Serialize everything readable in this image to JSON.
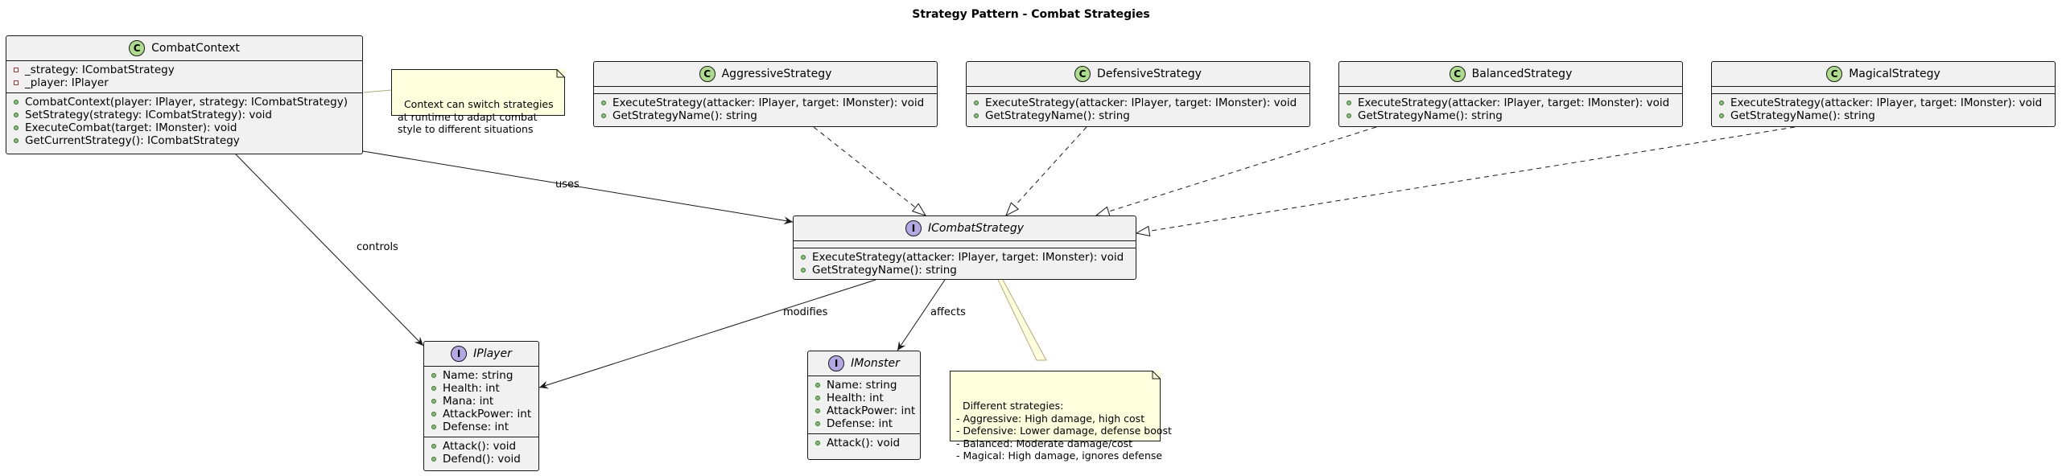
{
  "title": "Strategy Pattern - Combat Strategies",
  "classes": {
    "combat_context": {
      "badge": "C",
      "name": "CombatContext",
      "fields": [
        {
          "vis": "private",
          "text": "_strategy: ICombatStrategy"
        },
        {
          "vis": "private",
          "text": "_player: IPlayer"
        }
      ],
      "methods": [
        {
          "vis": "public",
          "text": "CombatContext(player: IPlayer, strategy: ICombatStrategy)"
        },
        {
          "vis": "public",
          "text": "SetStrategy(strategy: ICombatStrategy): void"
        },
        {
          "vis": "public",
          "text": "ExecuteCombat(target: IMonster): void"
        },
        {
          "vis": "public",
          "text": "GetCurrentStrategy(): ICombatStrategy"
        }
      ]
    },
    "aggressive": {
      "badge": "C",
      "name": "AggressiveStrategy",
      "methods": [
        {
          "vis": "public",
          "text": "ExecuteStrategy(attacker: IPlayer, target: IMonster): void"
        },
        {
          "vis": "public",
          "text": "GetStrategyName(): string"
        }
      ]
    },
    "defensive": {
      "badge": "C",
      "name": "DefensiveStrategy",
      "methods": [
        {
          "vis": "public",
          "text": "ExecuteStrategy(attacker: IPlayer, target: IMonster): void"
        },
        {
          "vis": "public",
          "text": "GetStrategyName(): string"
        }
      ]
    },
    "balanced": {
      "badge": "C",
      "name": "BalancedStrategy",
      "methods": [
        {
          "vis": "public",
          "text": "ExecuteStrategy(attacker: IPlayer, target: IMonster): void"
        },
        {
          "vis": "public",
          "text": "GetStrategyName(): string"
        }
      ]
    },
    "magical": {
      "badge": "C",
      "name": "MagicalStrategy",
      "methods": [
        {
          "vis": "public",
          "text": "ExecuteStrategy(attacker: IPlayer, target: IMonster): void"
        },
        {
          "vis": "public",
          "text": "GetStrategyName(): string"
        }
      ]
    },
    "icombat": {
      "badge": "I",
      "name": "ICombatStrategy",
      "methods": [
        {
          "vis": "public",
          "text": "ExecuteStrategy(attacker: IPlayer, target: IMonster): void"
        },
        {
          "vis": "public",
          "text": "GetStrategyName(): string"
        }
      ]
    },
    "iplayer": {
      "badge": "I",
      "name": "IPlayer",
      "fields": [
        {
          "vis": "public",
          "text": "Name: string"
        },
        {
          "vis": "public",
          "text": "Health: int"
        },
        {
          "vis": "public",
          "text": "Mana: int"
        },
        {
          "vis": "public",
          "text": "AttackPower: int"
        },
        {
          "vis": "public",
          "text": "Defense: int"
        }
      ],
      "methods": [
        {
          "vis": "public",
          "text": "Attack(): void"
        },
        {
          "vis": "public",
          "text": "Defend(): void"
        }
      ]
    },
    "imonster": {
      "badge": "I",
      "name": "IMonster",
      "fields": [
        {
          "vis": "public",
          "text": "Name: string"
        },
        {
          "vis": "public",
          "text": "Health: int"
        },
        {
          "vis": "public",
          "text": "AttackPower: int"
        },
        {
          "vis": "public",
          "text": "Defense: int"
        }
      ],
      "methods": [
        {
          "vis": "public",
          "text": "Attack(): void"
        }
      ]
    }
  },
  "notes": {
    "context_note": "Context can switch strategies\nat runtime to adapt combat\nstyle to different situations",
    "strategies_note": "Different strategies:\n- Aggressive: High damage, high cost\n- Defensive: Lower damage, defense boost\n- Balanced: Moderate damage/cost\n- Magical: High damage, ignores defense"
  },
  "edge_labels": {
    "uses": "uses",
    "controls": "controls",
    "modifies": "modifies",
    "affects": "affects"
  },
  "colors": {
    "class_bg": "#f1f1f1",
    "border": "#181818",
    "class_badge": "#addd8a",
    "interface_badge": "#b4a7e5",
    "note_bg": "#feffdd",
    "public_marker": "#84be84",
    "private_marker": "#c82930"
  }
}
